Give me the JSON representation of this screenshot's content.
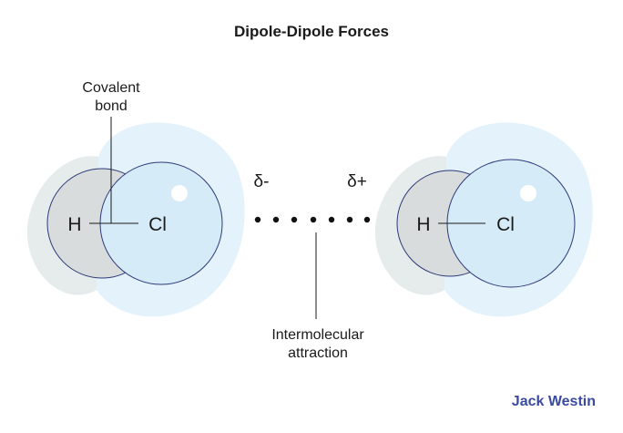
{
  "title": "Dipole-Dipole Forces",
  "molecule_left": {
    "atom_h": "H",
    "atom_cl": "Cl"
  },
  "molecule_right": {
    "atom_h": "H",
    "atom_cl": "Cl"
  },
  "charges": {
    "negative": "δ-",
    "positive": "δ+"
  },
  "labels": {
    "covalent_bond_line1": "Covalent",
    "covalent_bond_line2": "bond",
    "intermolecular_line1": "Intermolecular",
    "intermolecular_line2": "attraction"
  },
  "brand": "Jack Westin",
  "colors": {
    "cloud": "#e4f2fb",
    "hydrogen": "#d8dcdc",
    "chlorine": "#d5ebf8",
    "outline": "#2e3a7a",
    "brand": "#3a4aa0"
  }
}
